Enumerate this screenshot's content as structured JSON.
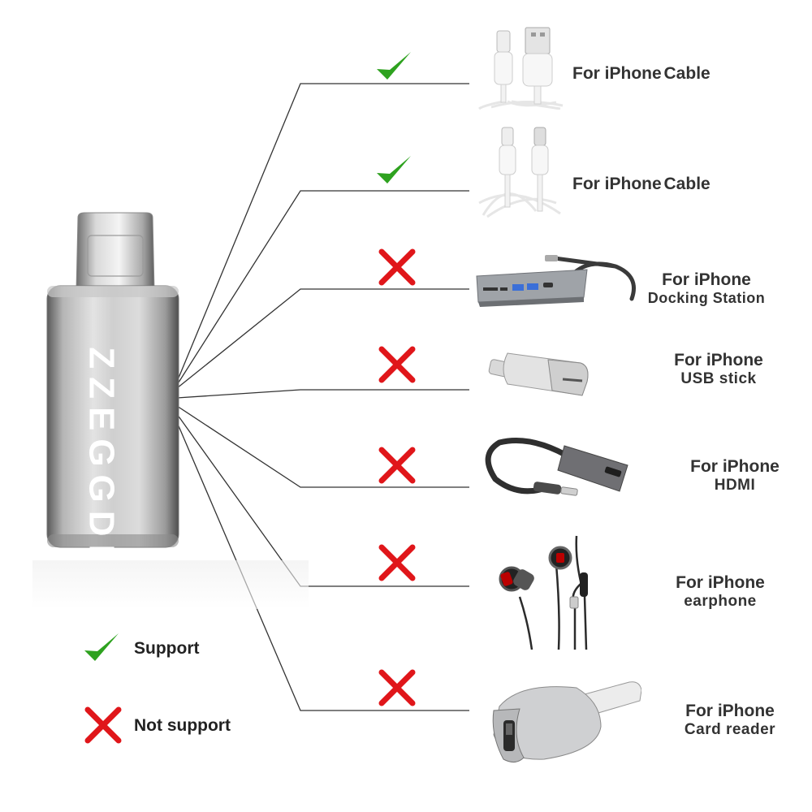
{
  "brand": "ZZEGGDI",
  "colors": {
    "support": "#2ea21f",
    "not_support": "#e0161a",
    "line": "#333333",
    "label": "#333333"
  },
  "items": [
    {
      "status": "support",
      "status_icon": "check-icon",
      "product_icon": "lightning-to-usb-a-cable-icon",
      "line1": "For iPhone",
      "line2": "Cable",
      "inline": true
    },
    {
      "status": "support",
      "status_icon": "check-icon",
      "product_icon": "lightning-to-usb-c-cable-icon",
      "line1": "For iPhone",
      "line2": "Cable",
      "inline": true
    },
    {
      "status": "not_support",
      "status_icon": "cross-icon",
      "product_icon": "docking-station-icon",
      "line1": "For iPhone",
      "line2": "Docking Station",
      "inline": false
    },
    {
      "status": "not_support",
      "status_icon": "cross-icon",
      "product_icon": "usb-stick-icon",
      "line1": "For iPhone",
      "line2": "USB stick",
      "inline": false
    },
    {
      "status": "not_support",
      "status_icon": "cross-icon",
      "product_icon": "hdmi-adapter-icon",
      "line1": "For iPhone",
      "line2": "HDMI",
      "inline": false
    },
    {
      "status": "not_support",
      "status_icon": "cross-icon",
      "product_icon": "earphone-icon",
      "line1": "For iPhone",
      "line2": "earphone",
      "inline": false
    },
    {
      "status": "not_support",
      "status_icon": "cross-icon",
      "product_icon": "card-reader-icon",
      "line1": "For iPhone",
      "line2": "Card reader",
      "inline": false
    }
  ],
  "legend": {
    "support": {
      "icon": "check-icon",
      "label": "Support"
    },
    "not_support": {
      "icon": "cross-icon",
      "label": "Not support"
    }
  }
}
